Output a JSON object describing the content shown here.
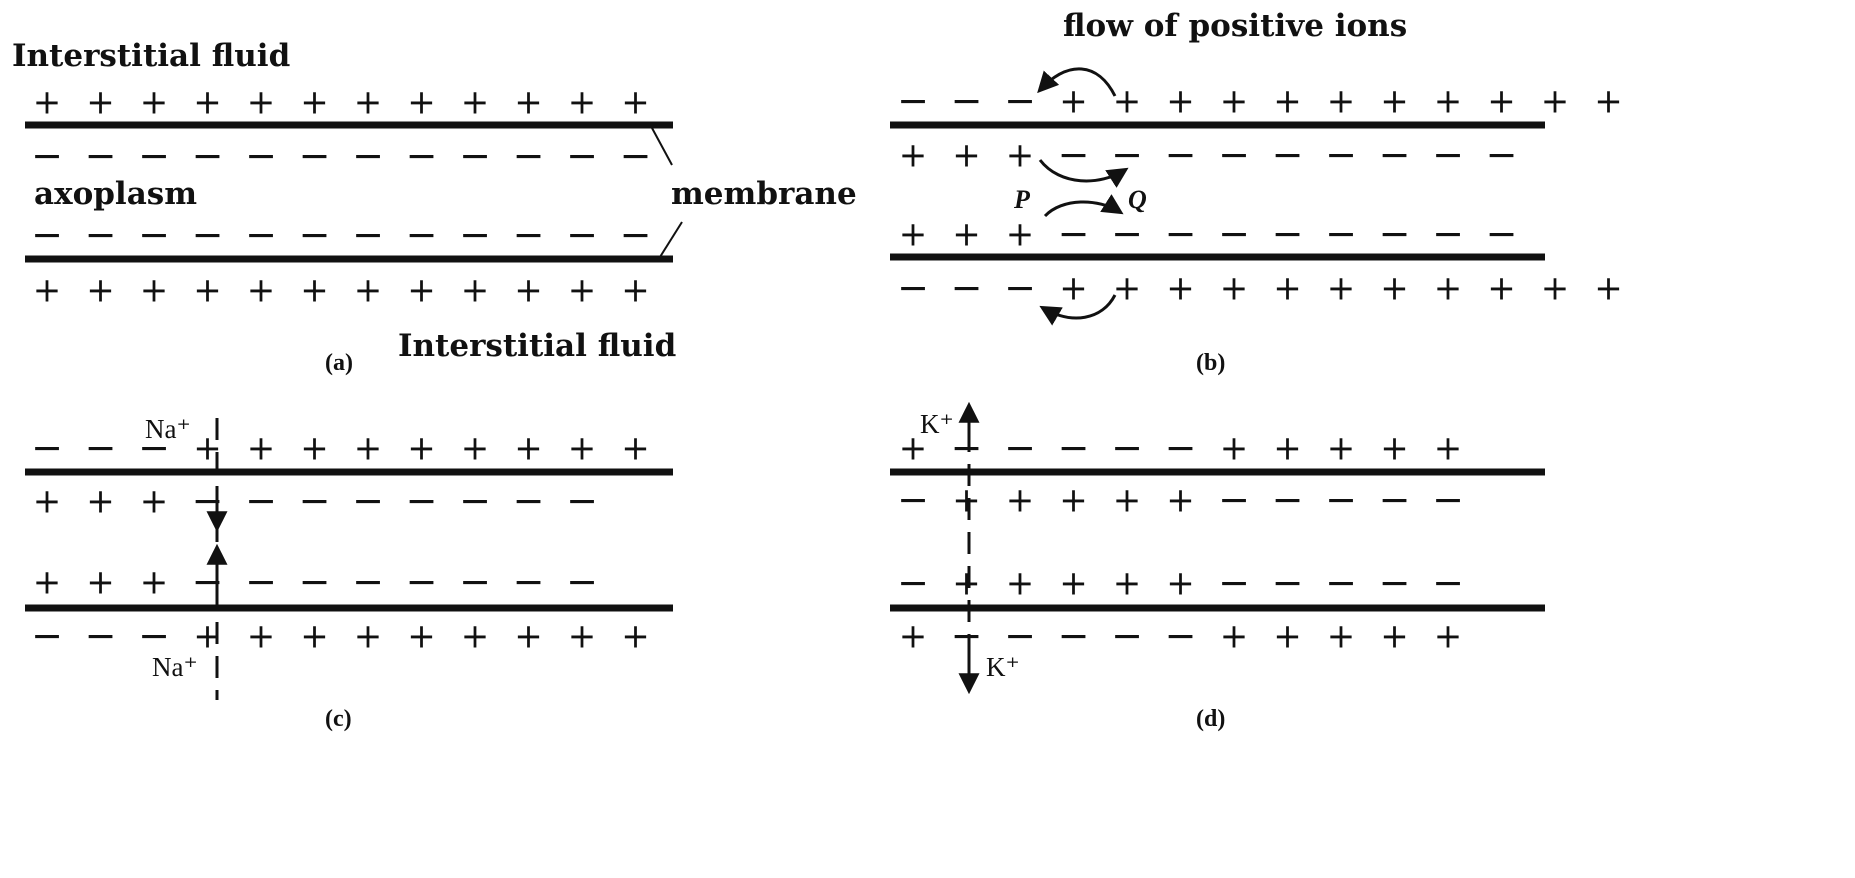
{
  "labels": {
    "interstitial_top": "Interstitial fluid",
    "axoplasm": "axoplasm",
    "membrane": "membrane",
    "interstitial_bottom": "Interstitial fluid",
    "flow": "flow of positive ions",
    "p": "P",
    "q": "Q",
    "na_top": "Na⁺",
    "na_bottom": "Na⁺",
    "k_top": "K⁺",
    "k_bottom": "K⁺"
  },
  "panels": {
    "a": {
      "caption": "(a)",
      "rows": [
        "++++++++++++",
        "------------",
        "------------",
        "++++++++++++"
      ]
    },
    "b": {
      "caption": "(b)",
      "rows": [
        "---+++++++++++",
        "+++---------",
        "+++---------",
        "---+++++++++++"
      ]
    },
    "c": {
      "caption": "(c)",
      "rows": [
        "---+++++++++",
        "+++--------",
        "+++--------",
        "---+++++++++"
      ]
    },
    "d": {
      "caption": "(d)",
      "rows": [
        "+-----+++++",
        "-+++++-----",
        "-+++++-----",
        "+-----+++++"
      ]
    }
  }
}
